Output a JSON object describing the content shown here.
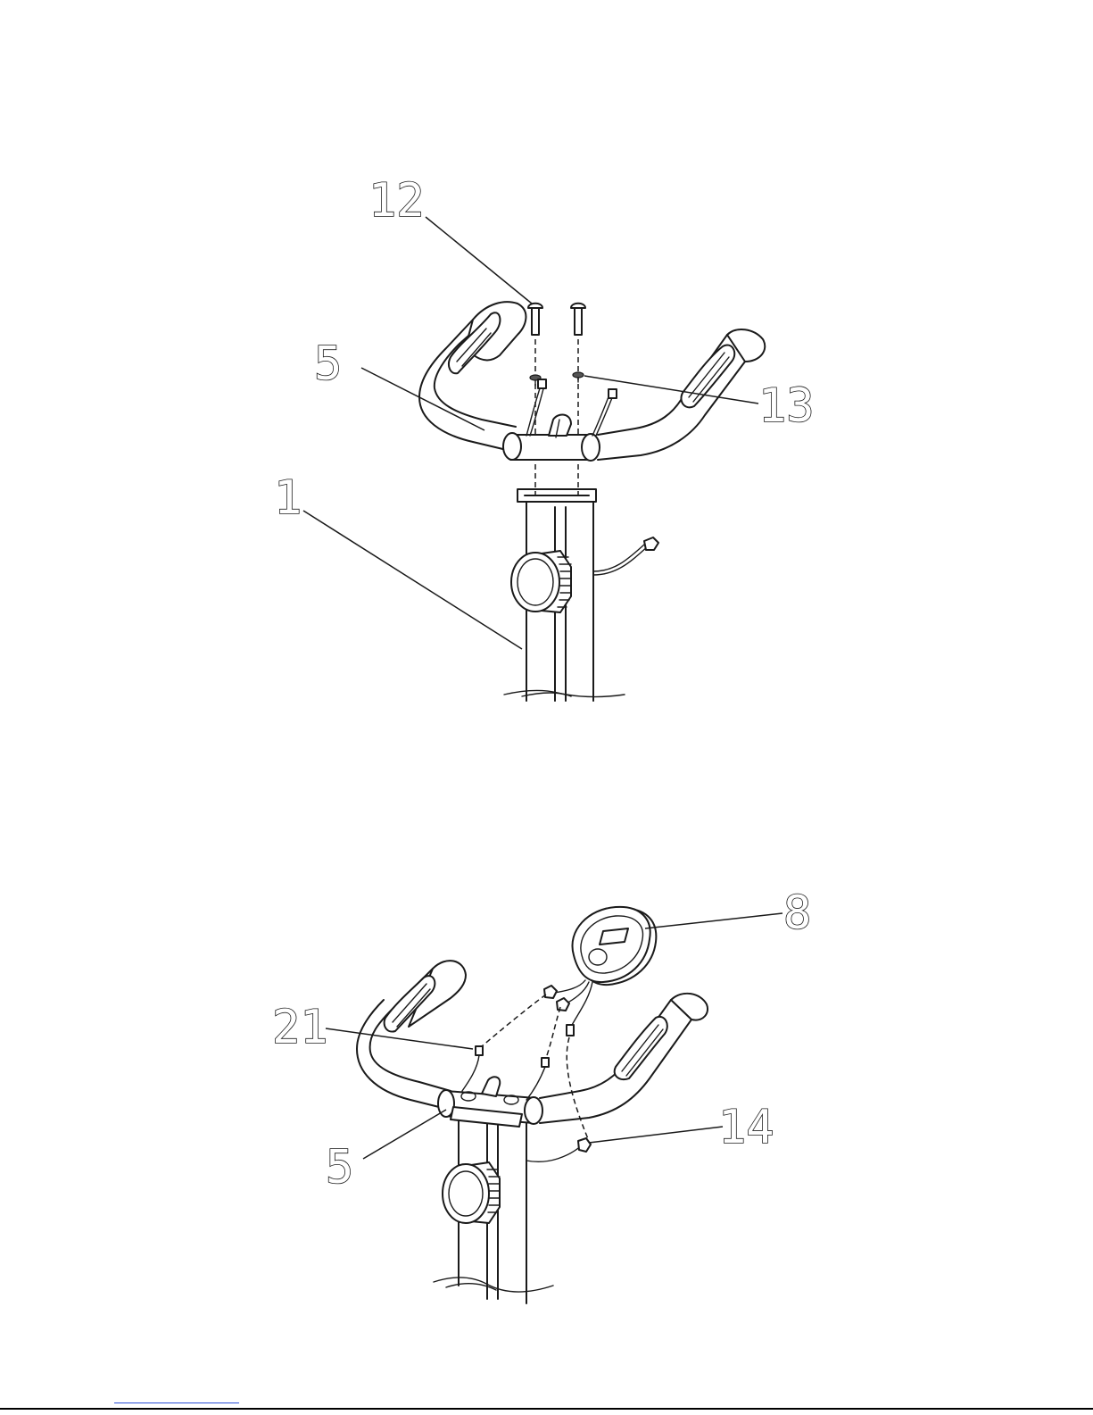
{
  "figure_top": {
    "callouts": {
      "part_12": "12",
      "part_5": "5",
      "part_13": "13",
      "part_1": "1"
    }
  },
  "figure_bottom": {
    "callouts": {
      "part_8": "8",
      "part_21": "21",
      "part_14": "14",
      "part_5": "5"
    }
  },
  "colors": {
    "ink": "#1a1a1a",
    "footer_link": "#2a4fd6"
  }
}
